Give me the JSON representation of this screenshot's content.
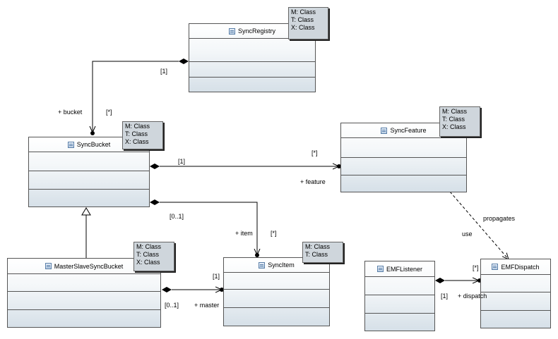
{
  "classes": {
    "sync_registry": {
      "name": "SyncRegistry",
      "tag": [
        "M: Class",
        "T: Class",
        "X: Class"
      ]
    },
    "sync_bucket": {
      "name": "SyncBucket",
      "tag": [
        "M: Class",
        "T: Class",
        "X: Class"
      ]
    },
    "sync_feature": {
      "name": "SyncFeature",
      "tag": [
        "M: Class",
        "T: Class",
        "X: Class"
      ]
    },
    "master_slave": {
      "name": "MasterSlaveSyncBucket",
      "tag": [
        "M: Class",
        "T: Class",
        "X: Class"
      ]
    },
    "sync_item": {
      "name": "SyncItem",
      "tag": [
        "M: Class",
        "T: Class"
      ]
    },
    "emf_listener": {
      "name": "EMFListener"
    },
    "emf_dispatch": {
      "name": "EMFDispatch"
    }
  },
  "labels": {
    "registry_mult": "[1]",
    "bucket_role": "+ bucket",
    "bucket_mult": "[*]",
    "feature_src_mult": "[1]",
    "feature_mult": "[*]",
    "feature_role": "+ feature",
    "item_src_mult": "[0..1]",
    "item_role": "+ item",
    "item_mult": "[*]",
    "master_mult": "[1]",
    "master_src_mult": "[0..1]",
    "master_role": "+ master",
    "propagates": "propagates",
    "use": "use",
    "dispatch_mult": "[*]",
    "listener_mult": "[1]",
    "dispatch_role": "+ dispatch"
  }
}
